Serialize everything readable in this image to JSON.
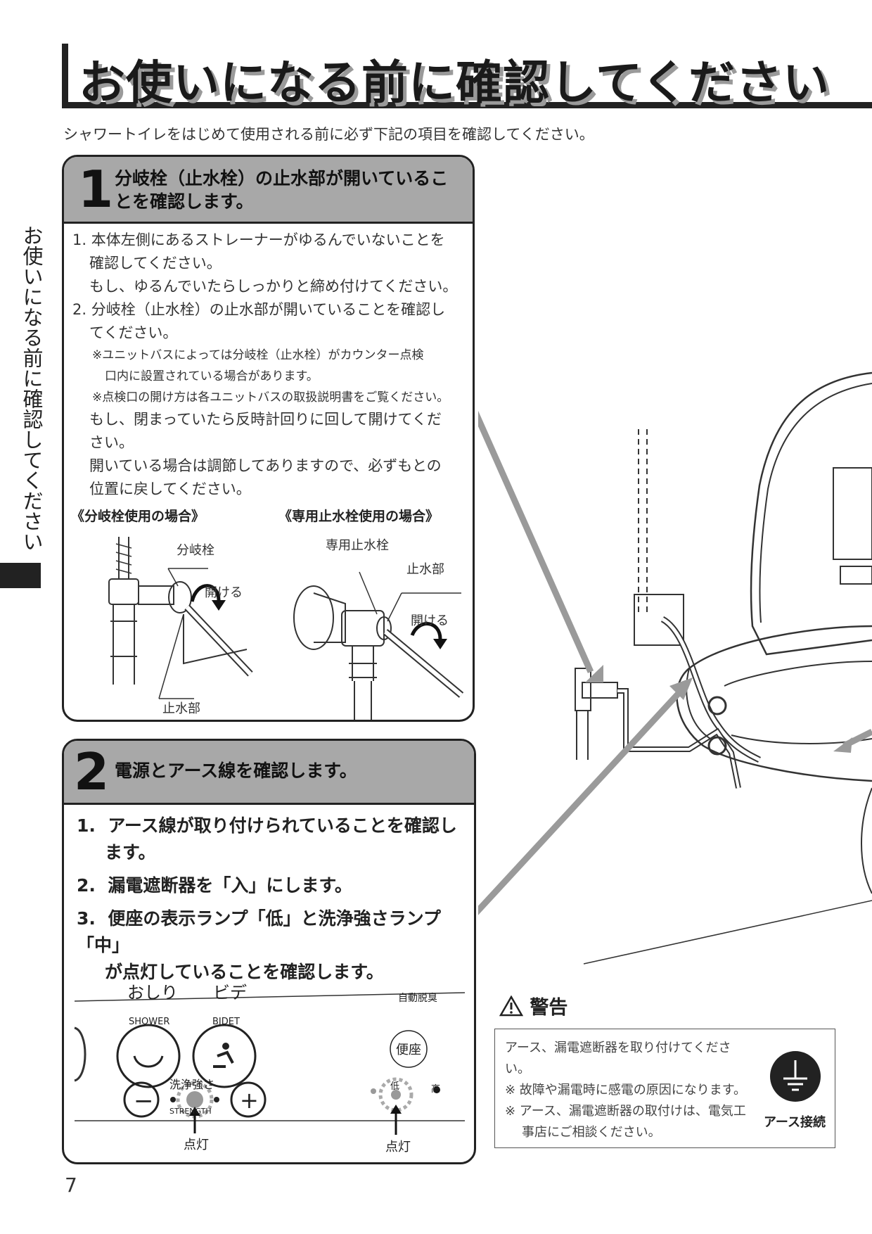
{
  "header": {
    "title": "お使いになる前に確認してください",
    "subtitle": "シャワートイレをはじめて使用される前に必ず下記の項目を確認してください。"
  },
  "side_tab": {
    "label": "お使いになる前に確認してください"
  },
  "step1": {
    "number": "1",
    "heading_line1": "分岐栓（止水栓）の止水部が開いているこ",
    "heading_line2": "とを確認します。",
    "lines": [
      "1. 本体左側にあるストレーナーがゆるんでいないことを",
      "確認してください。",
      "もし、ゆるんでいたらしっかりと締め付けてください。",
      "2. 分岐栓（止水栓）の止水部が開いていることを確認し",
      "てください。"
    ],
    "note1_line1": "※ユニットバスによっては分岐栓（止水栓）がカウンター点検",
    "note1_line2": "口内に設置されている場合があります。",
    "note2": "※点検口の開け方は各ユニットバスの取扱説明書をご覧ください。",
    "lines_after": [
      "もし、閉まっていたら反時計回りに回して開けてくだ",
      "さい。",
      "開いている場合は調節してありますので、必ずもとの",
      "位置に戻してください。"
    ],
    "case_a": "《分岐栓使用の場合》",
    "case_b": "《専用止水栓使用の場合》",
    "labels_a": {
      "bunki": "分岐栓",
      "open": "開ける",
      "stop": "止水部"
    },
    "labels_b": {
      "valve": "専用止水栓",
      "stop": "止水部",
      "open": "開ける"
    }
  },
  "step2": {
    "number": "2",
    "heading": "電源とアース線を確認します。",
    "items": [
      {
        "n": "1.",
        "line1": "アース線が取り付けられていることを確認し",
        "line2": "ます。"
      },
      {
        "n": "2.",
        "line1": "漏電遮断器を「入」にします。",
        "line2": ""
      },
      {
        "n": "3.",
        "line1": "便座の表示ランプ「低」と洗浄強さランプ「中」",
        "line2": "が点灯していることを確認します。"
      }
    ],
    "panel": {
      "oshiri": "おしり",
      "bide": "ビデ",
      "jidou": "自動脱臭",
      "shower": "SHOWER",
      "bidet": "BIDET",
      "strength_jp": "洗浄強さ",
      "strength_en": "STRENGTH",
      "minus": "−",
      "plus": "+",
      "benza": "便座",
      "low": "低",
      "high": "高",
      "lit1": "点灯",
      "lit2": "点灯"
    }
  },
  "warning": {
    "title": "警告",
    "text1": "アース、漏電遮断器を取り付けてください。",
    "note1": "※ 故障や漏電時に感電の原因になります。",
    "note2": "※ アース、漏電遮断器の取付けは、電気工事店にご相談ください。",
    "earth": "アース接続"
  },
  "page_number": "7"
}
